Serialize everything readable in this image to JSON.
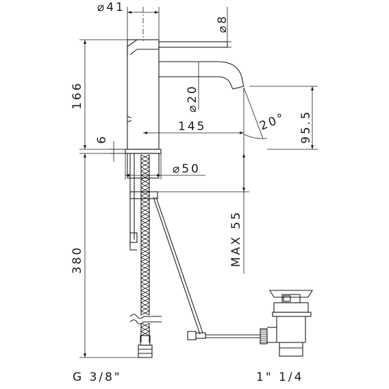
{
  "dimensions": {
    "spout_diameter": "⌀41",
    "lever_diameter": "⌀8",
    "spout_tube_diameter": "⌀20",
    "total_height": "166",
    "base_thickness": "6",
    "spout_reach": "145",
    "angle": "20°",
    "outlet_height": "95.5",
    "base_diameter": "⌀50",
    "max_deck": "MAX 55",
    "hose_length": "380",
    "inlet_thread": "G 3/8\"",
    "waste_thread": "1\" 1/4"
  }
}
